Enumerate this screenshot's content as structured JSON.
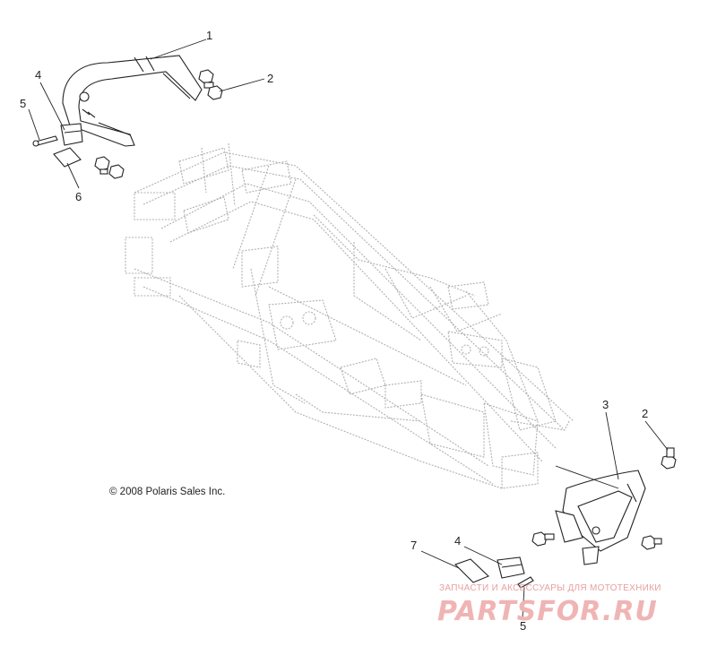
{
  "copyright": "© 2008 Polaris Sales Inc.",
  "callouts": {
    "c1": "1",
    "c2_top": "2",
    "c2_right": "2",
    "c3": "3",
    "c4_top": "4",
    "c4_bottom": "4",
    "c5_top": "5",
    "c5_bottom": "5",
    "c6": "6",
    "c7": "7"
  },
  "watermark": {
    "tagline": "ЗАПЧАСТИ И АКСЕССУАРЫ ДЛЯ МОТОТЕХНИКИ",
    "logo": "PARTSFOR.RU"
  },
  "colors": {
    "line": "#222222",
    "frame": "#b0b0b0",
    "watermark": "#f0b4b4"
  }
}
